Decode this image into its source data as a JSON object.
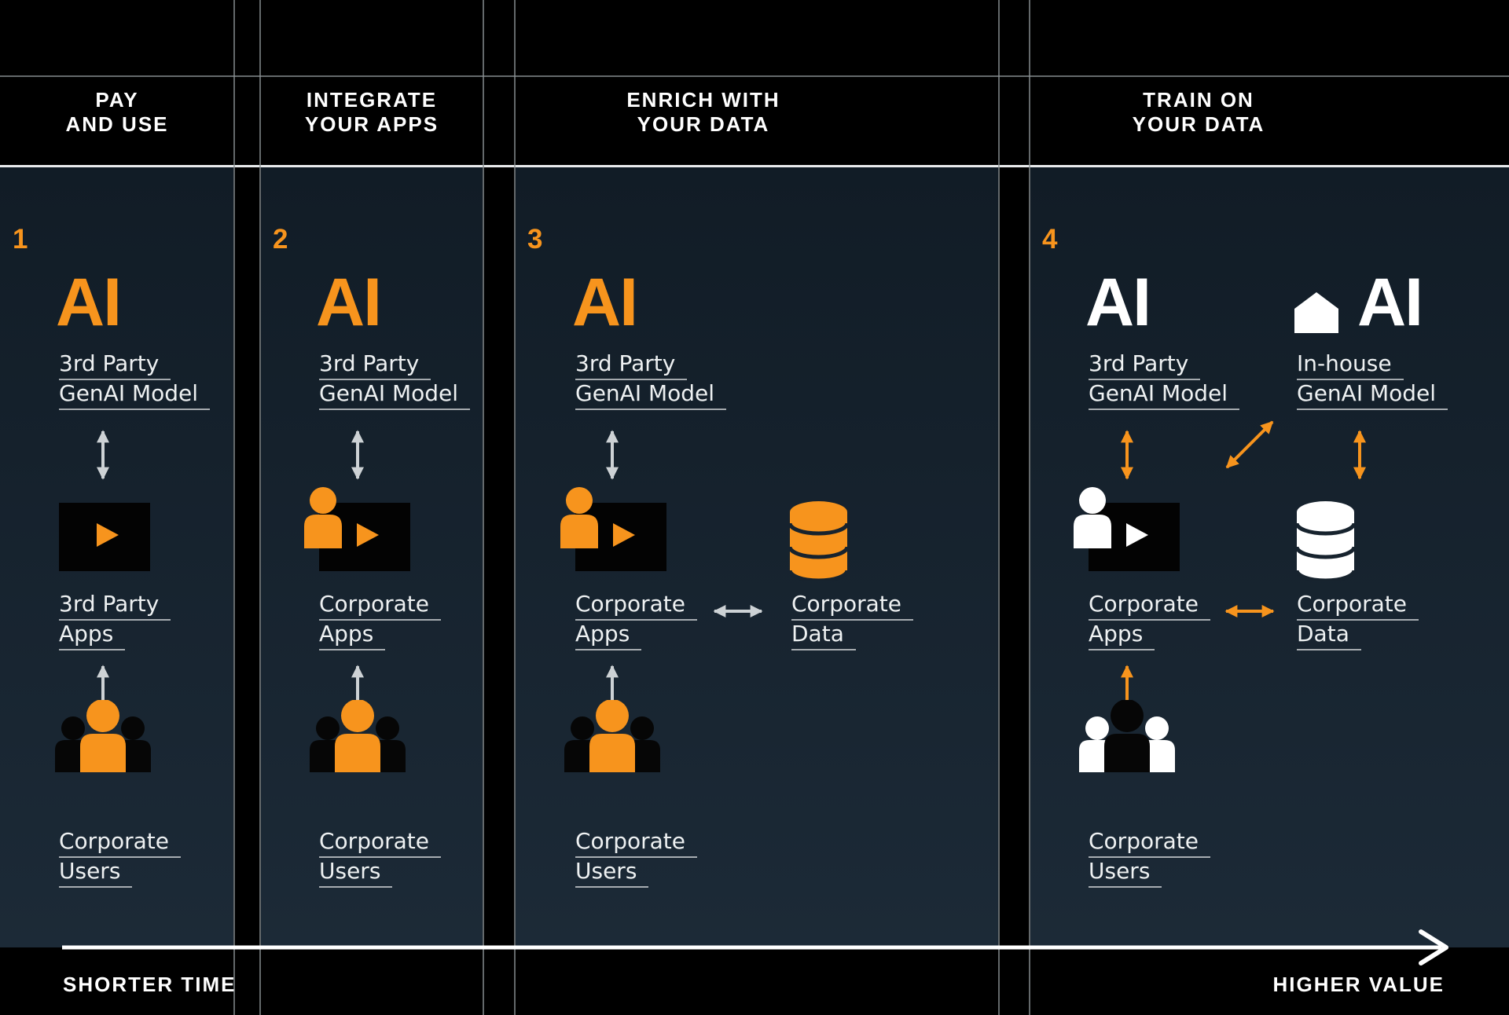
{
  "theme": {
    "orange": "#F7941D",
    "black": "#000000",
    "white": "#FFFFFF",
    "panel_top": "#111C26",
    "panel_bottom": "#1C2A37",
    "grid_line": "#8B9194",
    "header_divider": "#E9EBED",
    "arrow_gray": "#CDD2D5",
    "label_text": "#EEF1F2",
    "icon_gap": "#17232E"
  },
  "columns": [
    {
      "number": "1",
      "title": [
        "PAY",
        "AND USE"
      ],
      "model_icon_text": "AI",
      "model_label": [
        "3rd Party",
        "GenAI Model"
      ],
      "apps_label": [
        "3rd Party",
        "Apps"
      ],
      "users_label": [
        "Corporate",
        "Users"
      ]
    },
    {
      "number": "2",
      "title": [
        "INTEGRATE",
        "YOUR APPS"
      ],
      "model_icon_text": "AI",
      "model_label": [
        "3rd Party",
        "GenAI Model"
      ],
      "apps_label": [
        "Corporate",
        "Apps"
      ],
      "users_label": [
        "Corporate",
        "Users"
      ]
    },
    {
      "number": "3",
      "title": [
        "ENRICH WITH",
        "YOUR DATA"
      ],
      "model_icon_text": "AI",
      "model_label": [
        "3rd Party",
        "GenAI Model"
      ],
      "apps_label": [
        "Corporate",
        "Apps"
      ],
      "data_label": [
        "Corporate",
        "Data"
      ],
      "users_label": [
        "Corporate",
        "Users"
      ]
    },
    {
      "number": "4",
      "title": [
        "TRAIN ON",
        "YOUR DATA"
      ],
      "model_icon_text": "AI",
      "model_label": [
        "3rd Party",
        "GenAI Model"
      ],
      "inhouse_icon_text": "AI",
      "inhouse_label": [
        "In-house",
        "GenAI Model"
      ],
      "apps_label": [
        "Corporate",
        "Apps"
      ],
      "data_label": [
        "Corporate",
        "Data"
      ],
      "users_label": [
        "Corporate",
        "Users"
      ]
    }
  ],
  "footer": {
    "left_label": "SHORTER TIME",
    "right_label": "HIGHER VALUE"
  }
}
